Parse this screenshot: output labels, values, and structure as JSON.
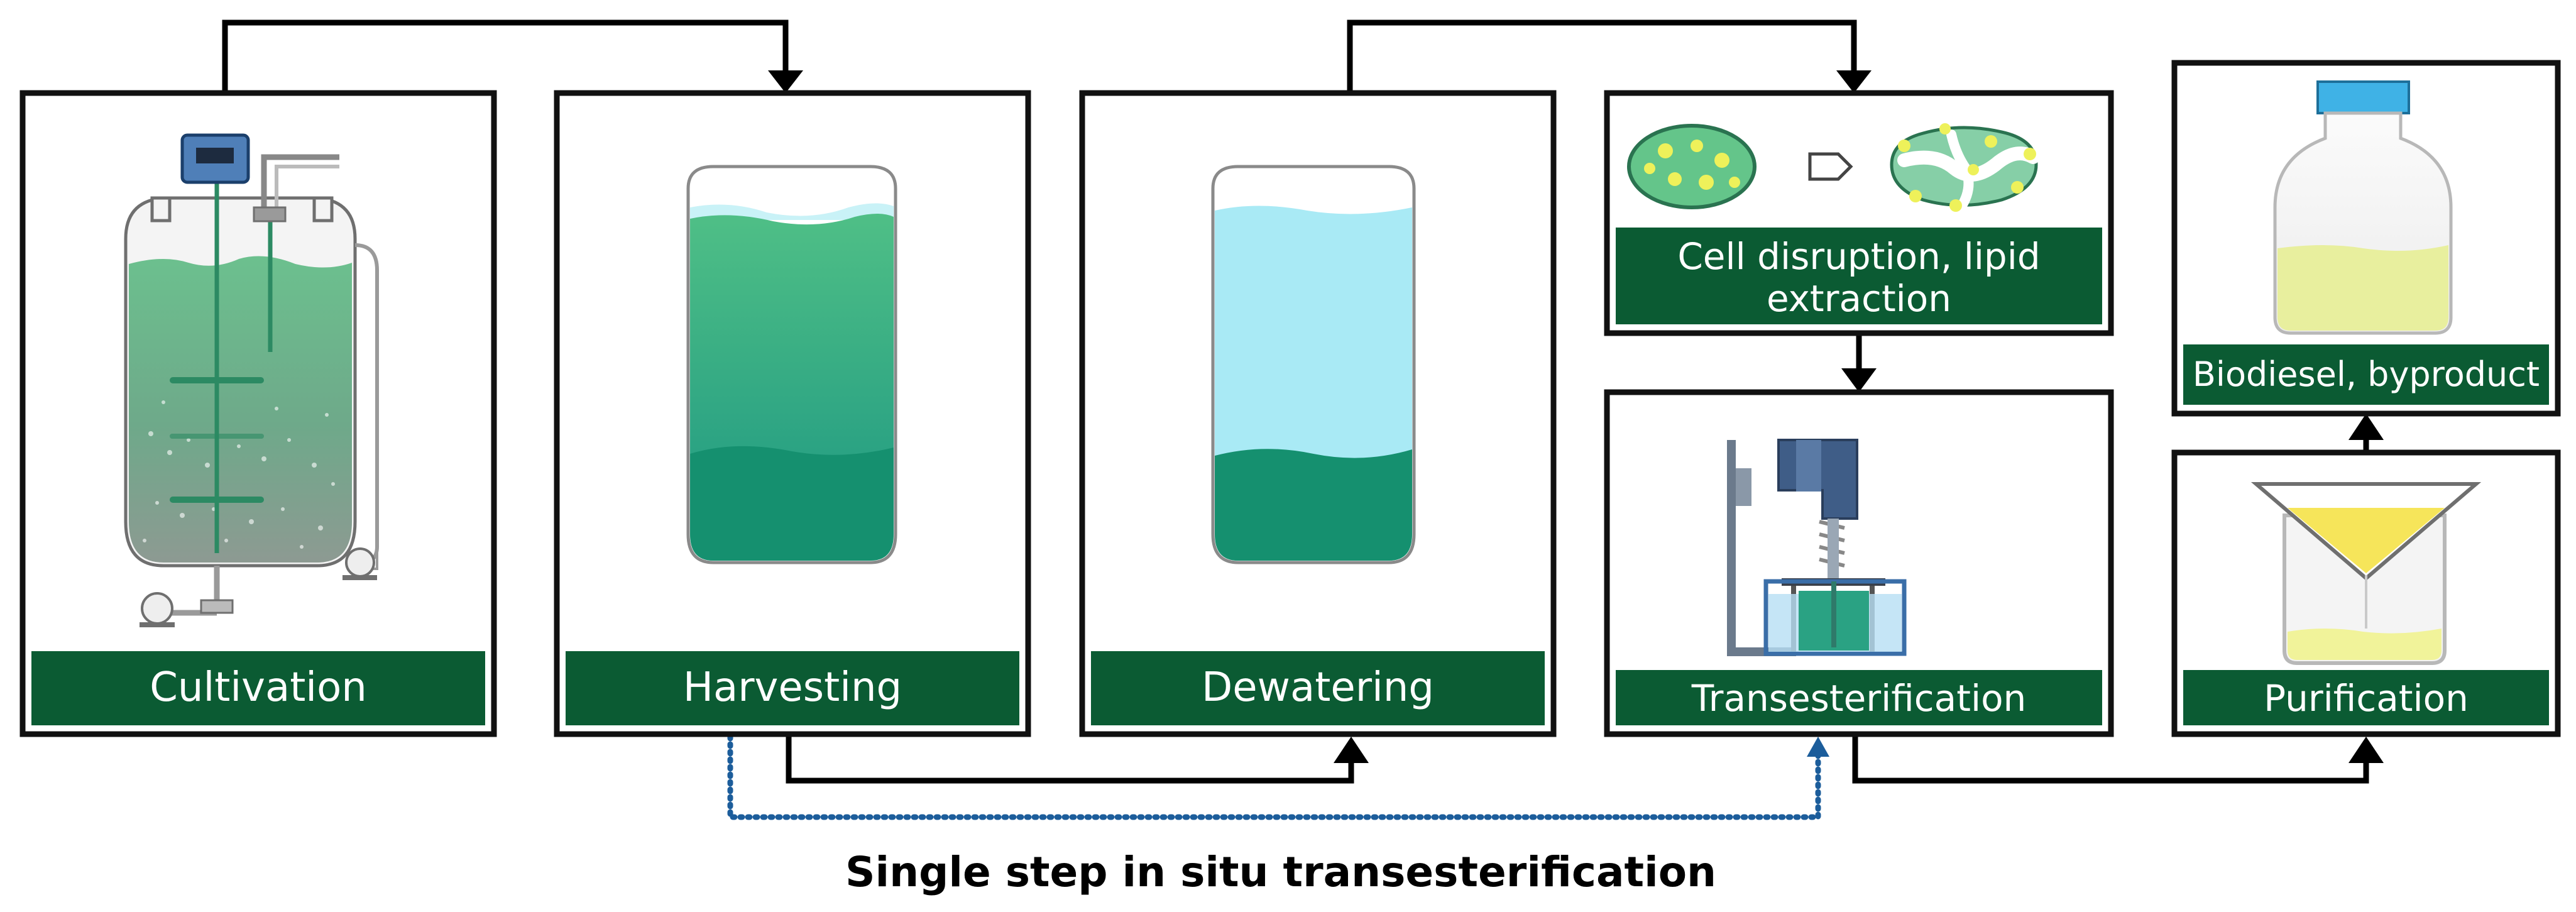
{
  "steps": {
    "cultivation": "Cultivation",
    "harvesting": "Harvesting",
    "dewatering": "Dewatering",
    "cell_disruption_line1": "Cell disruption, lipid",
    "cell_disruption_line2": "extraction",
    "transesterification": "Transesterification",
    "purification": "Purification",
    "biodiesel": "Biodiesel, byproduct"
  },
  "caption": "Single step in situ transesterification",
  "colors": {
    "label_bg": "#0b5b33",
    "label_text": "#ffffff",
    "box_border": "#111111",
    "arrow": "#000000",
    "dotted_arrow": "#1c5d9b",
    "algae_light": "#5fbf8c",
    "algae_dark": "#15906f",
    "water": "#a9eaf5",
    "bottle_cap": "#3fb2e6",
    "oil": "#e8ef9e"
  }
}
